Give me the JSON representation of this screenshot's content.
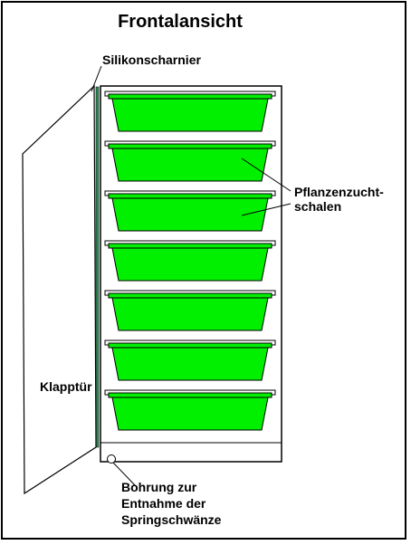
{
  "diagram": {
    "title": "Frontalansicht",
    "labels": {
      "hinge": "Silikonscharnier",
      "trays_line1": "Pflanzenzucht-",
      "trays_line2": "schalen",
      "door": "Klapptür",
      "hole_line1": "Bohrung zur",
      "hole_line2": "Entnahme der",
      "hole_line3": "Springschwänze"
    },
    "tray_count": 7,
    "colors": {
      "tray_fill": "#00f000",
      "hinge": "#2e8b57",
      "outline": "#000000",
      "background": "#ffffff"
    }
  }
}
